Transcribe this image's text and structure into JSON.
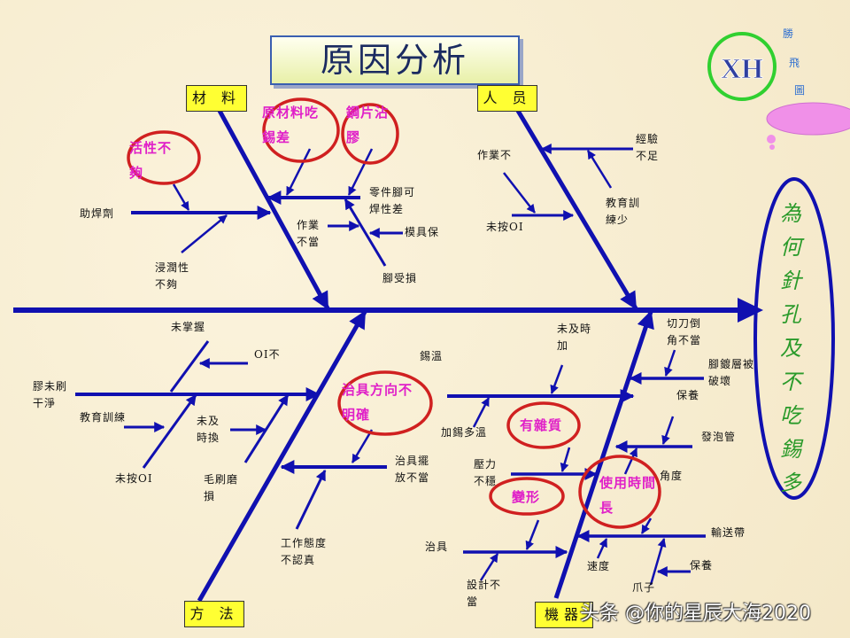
{
  "title": "原因分析",
  "logo": {
    "text": "XH",
    "side_text": "勝飛圖"
  },
  "effect": "為何針孔及不吃錫多",
  "categories": {
    "material": "材 料",
    "people": "人 员",
    "method": "方 法",
    "machine": "機器"
  },
  "material": {
    "flux": "助焊劑",
    "wetting": "浸潤性\n不夠",
    "activity": "活性不\n夠",
    "raw_material": "原材料吃\n錫差",
    "stencil_glue": "鋼片沾\n膠",
    "part_solderability": "零件腳可\n焊性差",
    "operation": "作業\n不當",
    "mold": "模具保",
    "pin_damage": "腳受損"
  },
  "people": {
    "experience": "經驗\n不足",
    "training": "教育訓\n練少",
    "operation": "作業不",
    "not_follow_oi": "未按OI"
  },
  "method": {
    "unmastered": "未掌握",
    "oi_not": "OI不",
    "glue_unclean": "膠未刷\n干淨",
    "training": "教育訓練",
    "not_follow_oi": "未按OI",
    "not_replaced": "未及\n時換",
    "brush_worn": "毛刷磨\n損",
    "fixture_direction": "治具方向不\n明確",
    "fixture_placement": "治具擺\n放不當",
    "attitude": "工作態度\n不認真"
  },
  "machine": {
    "solder_temp": "錫溫",
    "not_added": "未及時\n加",
    "add_solder": "加錫多溫",
    "impurity": "有雜質",
    "pressure": "壓力\n不穩",
    "deform": "變形",
    "fixture": "治具",
    "design": "設計不\n當",
    "cutter": "切刀倒\n角不當",
    "plating": "腳鍍層被\n破壞",
    "maintenance1": "保養",
    "foam_tube": "發泡管",
    "angle": "角度",
    "usage_time": "使用時間\n長",
    "conveyor": "輸送帶",
    "speed": "速度",
    "claw": "爪子",
    "maintenance2": "保養"
  },
  "watermark": "头条 @你的星辰大海2020",
  "colors": {
    "bone": "#1010b0",
    "highlight_circle": "#d02020",
    "highlight_text": "#e020c8",
    "effect_text": "#2a9a2a",
    "category_bg": "#ffff33"
  }
}
